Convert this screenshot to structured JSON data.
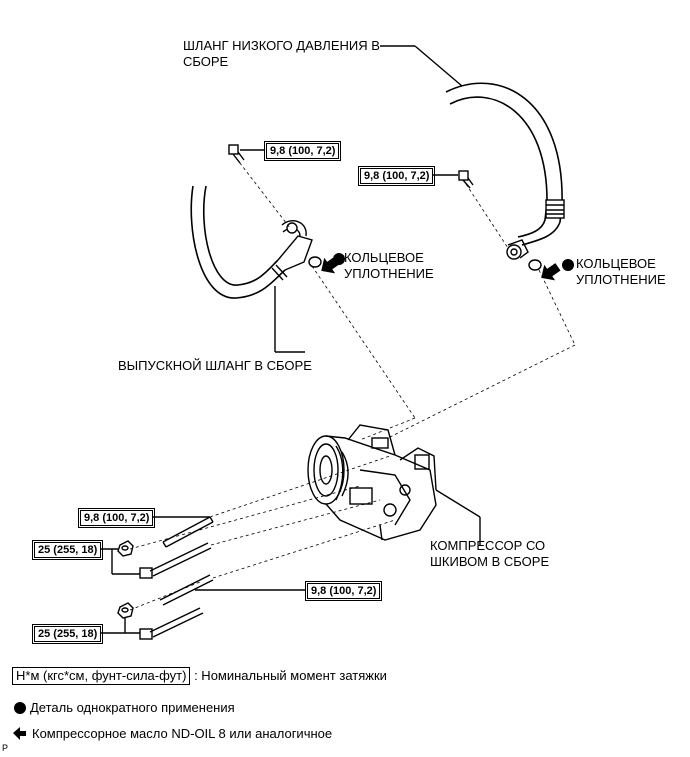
{
  "labels": {
    "low_hose": [
      "ШЛАНГ НИЗКОГО ДАВЛЕНИЯ В",
      "СБОРЕ"
    ],
    "discharge_hose": "ВЫПУСКНОЙ ШЛАНГ В СБОРЕ",
    "oring_left": [
      "КОЛЬЦЕВОЕ",
      "УПЛОТНЕНИЕ"
    ],
    "oring_right": [
      "КОЛЬЦЕВОЕ",
      "УПЛОТНЕНИЕ"
    ],
    "compressor": [
      "КОМПРЕССОР СО",
      "ШКИВОМ В СБОРЕ"
    ]
  },
  "torques": {
    "discharge_bolt": "9,8 (100, 7,2)",
    "suction_bolt": "9,8 (100, 7,2)",
    "stud_upper": "9,8 (100, 7,2)",
    "nut_upper": "25 (255, 18)",
    "stud_lower": "9,8 (100, 7,2)",
    "nut_lower": "25 (255, 18)"
  },
  "legend": {
    "torque_unit": "Н*м (кгс*см, фунт-сила-фут)",
    "torque_desc": ": Номинальный момент затяжки",
    "non_reusable": "Деталь однократного применения",
    "oil": "Компрессорное масло ND-OIL 8 или аналогичное"
  },
  "corner_mark": "P"
}
